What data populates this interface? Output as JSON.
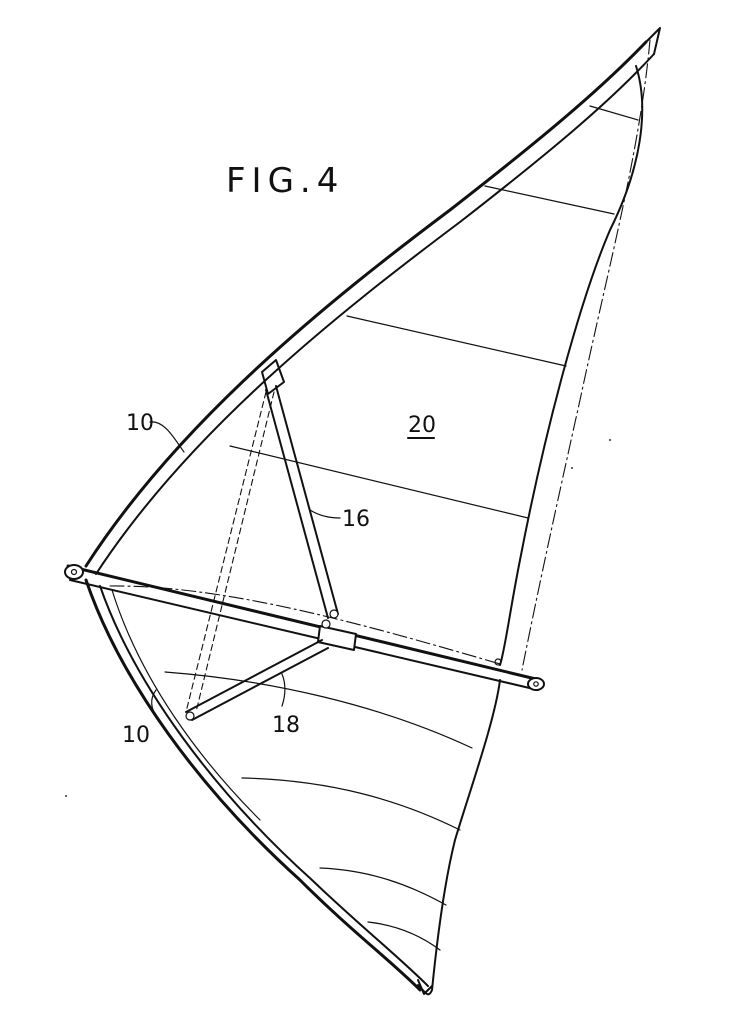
{
  "figure": {
    "title": "FIG.4",
    "labels": {
      "mast_upper": "10",
      "mast_lower": "10",
      "strut_upper": "16",
      "strut_lower": "18",
      "sail": "20"
    }
  }
}
